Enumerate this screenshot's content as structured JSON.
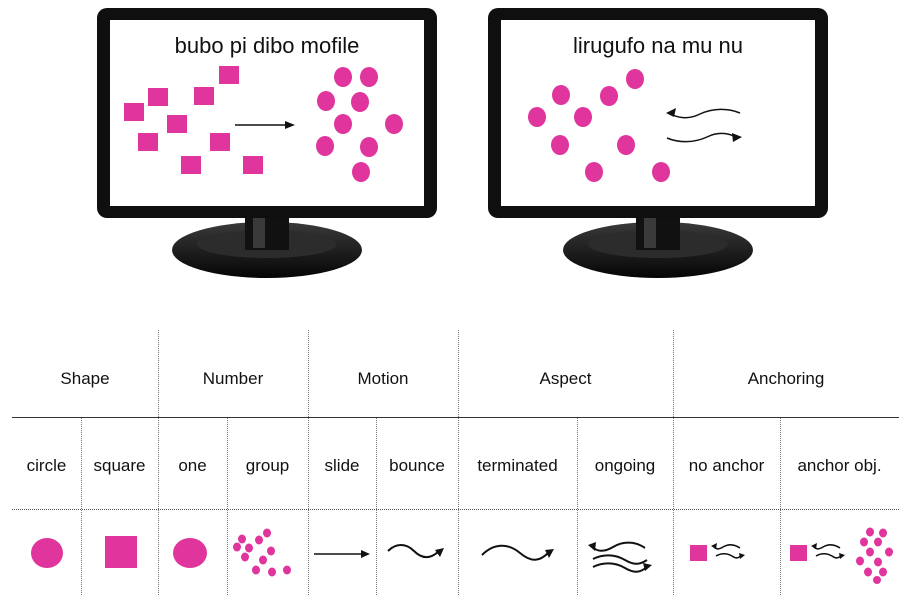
{
  "monitors": [
    {
      "title": "bubo pi dibo mofile",
      "scene": "squares-transform-to-circles"
    },
    {
      "title": "lirugufo na mu nu",
      "scene": "circles-with-wavy-bidirectional-motion"
    }
  ],
  "table": {
    "categories": [
      "Shape",
      "Number",
      "Motion",
      "Aspect",
      "Anchoring"
    ],
    "subcategories": [
      "circle",
      "square",
      "one",
      "group",
      "slide",
      "bounce",
      "terminated",
      "ongoing",
      "no anchor",
      "anchor obj."
    ],
    "icons": [
      "circle-icon",
      "square-icon",
      "single-circle-icon",
      "group-dots-icon",
      "straight-arrow-icon",
      "wavy-arrow-icon",
      "wavy-arrow-icon",
      "double-wavy-arrows-icon",
      "square-with-wavy-arrows-icon",
      "square-wavy-arrows-dots-icon"
    ]
  },
  "colors": {
    "accent": "#e0359c",
    "bezel": "#0f0f0f",
    "stand": "#1a1a1a"
  }
}
